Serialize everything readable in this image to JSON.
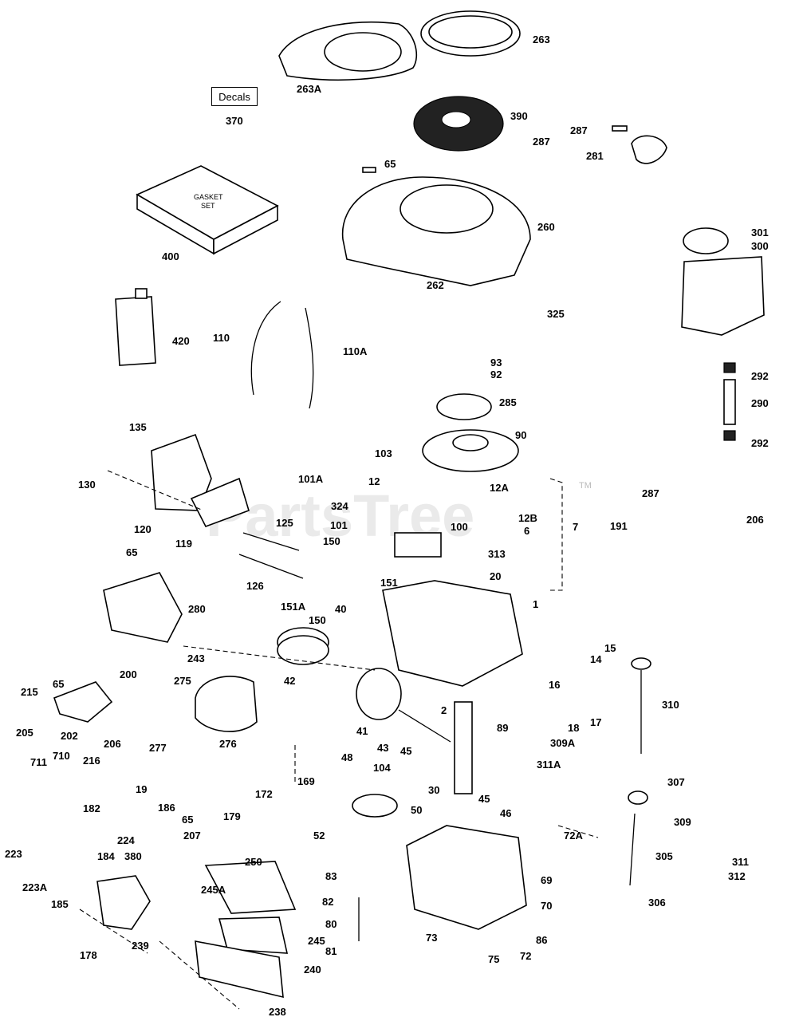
{
  "watermark": "PartsTree",
  "trademark": "TM",
  "decals_box": "Decals",
  "gasket_text": [
    "GASKET",
    "SET"
  ],
  "callouts": [
    {
      "id": "c263a",
      "label": "263A"
    },
    {
      "id": "c263",
      "label": "263"
    },
    {
      "id": "c370",
      "label": "370"
    },
    {
      "id": "c390",
      "label": "390"
    },
    {
      "id": "c287a",
      "label": "287"
    },
    {
      "id": "c287b",
      "label": "287"
    },
    {
      "id": "c281",
      "label": "281"
    },
    {
      "id": "c65a",
      "label": "65"
    },
    {
      "id": "c260",
      "label": "260"
    },
    {
      "id": "c400",
      "label": "400"
    },
    {
      "id": "c301",
      "label": "301"
    },
    {
      "id": "c300",
      "label": "300"
    },
    {
      "id": "c262",
      "label": "262"
    },
    {
      "id": "c325",
      "label": "325"
    },
    {
      "id": "c420",
      "label": "420"
    },
    {
      "id": "c110",
      "label": "110"
    },
    {
      "id": "c110a",
      "label": "110A"
    },
    {
      "id": "c93",
      "label": "93"
    },
    {
      "id": "c92",
      "label": "92"
    },
    {
      "id": "c292a",
      "label": "292"
    },
    {
      "id": "c285",
      "label": "285"
    },
    {
      "id": "c290",
      "label": "290"
    },
    {
      "id": "c135",
      "label": "135"
    },
    {
      "id": "c90",
      "label": "90"
    },
    {
      "id": "c292b",
      "label": "292"
    },
    {
      "id": "c103",
      "label": "103"
    },
    {
      "id": "c130",
      "label": "130"
    },
    {
      "id": "c101a",
      "label": "101A"
    },
    {
      "id": "c12",
      "label": "12"
    },
    {
      "id": "c12a",
      "label": "12A"
    },
    {
      "id": "c287c",
      "label": "287"
    },
    {
      "id": "c324",
      "label": "324"
    },
    {
      "id": "c12b",
      "label": "12B"
    },
    {
      "id": "c120",
      "label": "120"
    },
    {
      "id": "c125",
      "label": "125"
    },
    {
      "id": "c101",
      "label": "101"
    },
    {
      "id": "c100",
      "label": "100"
    },
    {
      "id": "c6",
      "label": "6"
    },
    {
      "id": "c7",
      "label": "7"
    },
    {
      "id": "c206a",
      "label": "206"
    },
    {
      "id": "c191",
      "label": "191"
    },
    {
      "id": "c119",
      "label": "119"
    },
    {
      "id": "c65b",
      "label": "65"
    },
    {
      "id": "c150a",
      "label": "150"
    },
    {
      "id": "c313",
      "label": "313"
    },
    {
      "id": "c126",
      "label": "126"
    },
    {
      "id": "c20",
      "label": "20"
    },
    {
      "id": "c151",
      "label": "151"
    },
    {
      "id": "c151a",
      "label": "151A"
    },
    {
      "id": "c150b",
      "label": "150"
    },
    {
      "id": "c280",
      "label": "280"
    },
    {
      "id": "c40",
      "label": "40"
    },
    {
      "id": "c1",
      "label": "1"
    },
    {
      "id": "c243",
      "label": "243"
    },
    {
      "id": "c15",
      "label": "15"
    },
    {
      "id": "c14",
      "label": "14"
    },
    {
      "id": "c42",
      "label": "42"
    },
    {
      "id": "c65c",
      "label": "65"
    },
    {
      "id": "c200",
      "label": "200"
    },
    {
      "id": "c275",
      "label": "275"
    },
    {
      "id": "c16",
      "label": "16"
    },
    {
      "id": "c215",
      "label": "215"
    },
    {
      "id": "c310",
      "label": "310"
    },
    {
      "id": "c2",
      "label": "2"
    },
    {
      "id": "c17",
      "label": "17"
    },
    {
      "id": "c41",
      "label": "41"
    },
    {
      "id": "c205",
      "label": "205"
    },
    {
      "id": "c276",
      "label": "276"
    },
    {
      "id": "c18",
      "label": "18"
    },
    {
      "id": "c202",
      "label": "202"
    },
    {
      "id": "c89",
      "label": "89"
    },
    {
      "id": "c206b",
      "label": "206"
    },
    {
      "id": "c43",
      "label": "43"
    },
    {
      "id": "c45a",
      "label": "45"
    },
    {
      "id": "c711",
      "label": "711"
    },
    {
      "id": "c710",
      "label": "710"
    },
    {
      "id": "c309a",
      "label": "309A"
    },
    {
      "id": "c277",
      "label": "277"
    },
    {
      "id": "c216",
      "label": "216"
    },
    {
      "id": "c48",
      "label": "48"
    },
    {
      "id": "c104",
      "label": "104"
    },
    {
      "id": "c311a",
      "label": "311A"
    },
    {
      "id": "c169",
      "label": "169"
    },
    {
      "id": "c307",
      "label": "307"
    },
    {
      "id": "c19",
      "label": "19"
    },
    {
      "id": "c30",
      "label": "30"
    },
    {
      "id": "c45b",
      "label": "45"
    },
    {
      "id": "c182",
      "label": "182"
    },
    {
      "id": "c172",
      "label": "172"
    },
    {
      "id": "c46",
      "label": "46"
    },
    {
      "id": "c186",
      "label": "186"
    },
    {
      "id": "c65d",
      "label": "65"
    },
    {
      "id": "c179",
      "label": "179"
    },
    {
      "id": "c50",
      "label": "50"
    },
    {
      "id": "c309b",
      "label": "309"
    },
    {
      "id": "c52",
      "label": "52"
    },
    {
      "id": "c72a",
      "label": "72A"
    },
    {
      "id": "c224",
      "label": "224"
    },
    {
      "id": "c207",
      "label": "207"
    },
    {
      "id": "c223",
      "label": "223"
    },
    {
      "id": "c184",
      "label": "184"
    },
    {
      "id": "c380",
      "label": "380"
    },
    {
      "id": "c250",
      "label": "250"
    },
    {
      "id": "c305",
      "label": "305"
    },
    {
      "id": "c311",
      "label": "311"
    },
    {
      "id": "c83",
      "label": "83"
    },
    {
      "id": "c69",
      "label": "69"
    },
    {
      "id": "c223a",
      "label": "223A"
    },
    {
      "id": "c312",
      "label": "312"
    },
    {
      "id": "c245a",
      "label": "245A"
    },
    {
      "id": "c82",
      "label": "82"
    },
    {
      "id": "c185",
      "label": "185"
    },
    {
      "id": "c70",
      "label": "70"
    },
    {
      "id": "c306",
      "label": "306"
    },
    {
      "id": "c80",
      "label": "80"
    },
    {
      "id": "c239",
      "label": "239"
    },
    {
      "id": "c73",
      "label": "73"
    },
    {
      "id": "c86",
      "label": "86"
    },
    {
      "id": "c245",
      "label": "245"
    },
    {
      "id": "c178",
      "label": "178"
    },
    {
      "id": "c81",
      "label": "81"
    },
    {
      "id": "c75",
      "label": "75"
    },
    {
      "id": "c72",
      "label": "72"
    },
    {
      "id": "c240",
      "label": "240"
    },
    {
      "id": "c238",
      "label": "238"
    }
  ]
}
